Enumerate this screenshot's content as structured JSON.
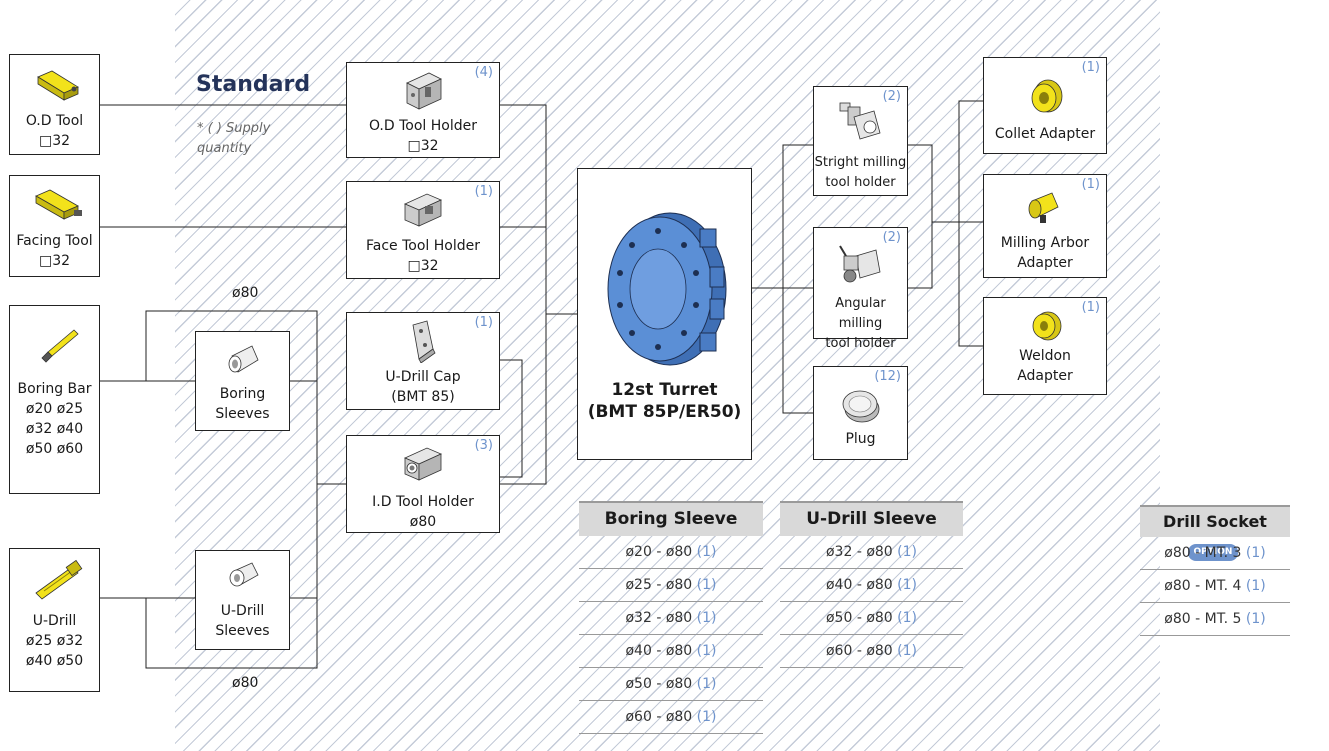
{
  "title": "Standard",
  "note_line1": "* ( ) Supply",
  "note_line2": "quantity",
  "boxes": {
    "od_tool": {
      "l1": "O.D Tool",
      "l2": "□32"
    },
    "facing_tool": {
      "l1": "Facing Tool",
      "l2": "□32"
    },
    "boring_bar": {
      "l1": "Boring Bar",
      "l2": "ø20  ø25",
      "l3": "ø32  ø40",
      "l4": "ø50  ø60"
    },
    "u_drill": {
      "l1": "U-Drill",
      "l2": "ø25  ø32",
      "l3": "ø40  ø50"
    },
    "boring_sleeves": {
      "l1": "Boring",
      "l2": "Sleeves"
    },
    "u_drill_sleeves": {
      "l1": "U-Drill",
      "l2": "Sleeves"
    },
    "od_holder": {
      "l1": "O.D Tool Holder",
      "l2": "□32",
      "qty": "(4)"
    },
    "face_holder": {
      "l1": "Face Tool Holder",
      "l2": "□32",
      "qty": "(1)"
    },
    "u_drill_cap": {
      "l1": "U-Drill Cap",
      "l2": "(BMT 85)",
      "qty": "(1)"
    },
    "id_holder": {
      "l1": "I.D Tool Holder",
      "l2": "ø80",
      "qty": "(3)"
    },
    "turret": {
      "l1": "12st Turret",
      "l2": "(BMT 85P/ER50)"
    },
    "stright_milling": {
      "l1": "Stright milling",
      "l2": "tool holder",
      "qty": "(2)"
    },
    "angular_milling": {
      "l1": "Angular milling",
      "l2": "tool holder",
      "qty": "(2)"
    },
    "plug": {
      "l1": "Plug",
      "qty": "(12)"
    },
    "collet_adapter": {
      "l1": "Collet Adapter",
      "qty": "(1)"
    },
    "milling_arbor": {
      "l1": "Milling Arbor",
      "l2": "Adapter",
      "qty": "(1)"
    },
    "weldon": {
      "l1": "Weldon",
      "l2": "Adapter",
      "qty": "(1)"
    }
  },
  "dims": {
    "top": "ø80",
    "bottom": "ø80"
  },
  "tables": {
    "boring_sleeve": {
      "header": "Boring Sleeve",
      "rows": [
        {
          "size": "ø20 - ø80",
          "qty": "(1)"
        },
        {
          "size": "ø25 - ø80",
          "qty": "(1)"
        },
        {
          "size": "ø32 - ø80",
          "qty": "(1)"
        },
        {
          "size": "ø40 - ø80",
          "qty": "(1)"
        },
        {
          "size": "ø50 - ø80",
          "qty": "(1)"
        },
        {
          "size": "ø60 - ø80",
          "qty": "(1)"
        }
      ]
    },
    "u_drill_sleeve": {
      "header": "U-Drill Sleeve",
      "rows": [
        {
          "size": "ø32 - ø80",
          "qty": "(1)"
        },
        {
          "size": "ø40 - ø80",
          "qty": "(1)"
        },
        {
          "size": "ø50 - ø80",
          "qty": "(1)"
        },
        {
          "size": "ø60 - ø80",
          "qty": "(1)"
        }
      ]
    },
    "drill_socket": {
      "header": "Drill Socket",
      "badge": "OPTION",
      "rows": [
        {
          "size": "ø80 - MT. 3",
          "qty": "(1)"
        },
        {
          "size": "ø80 - MT. 4",
          "qty": "(1)"
        },
        {
          "size": "ø80 - MT. 5",
          "qty": "(1)"
        }
      ]
    }
  },
  "colors": {
    "accent": "#6e93cc",
    "title": "#24335a",
    "turret": "#5b8fd6",
    "tool_yellow": "#f2e21b"
  }
}
